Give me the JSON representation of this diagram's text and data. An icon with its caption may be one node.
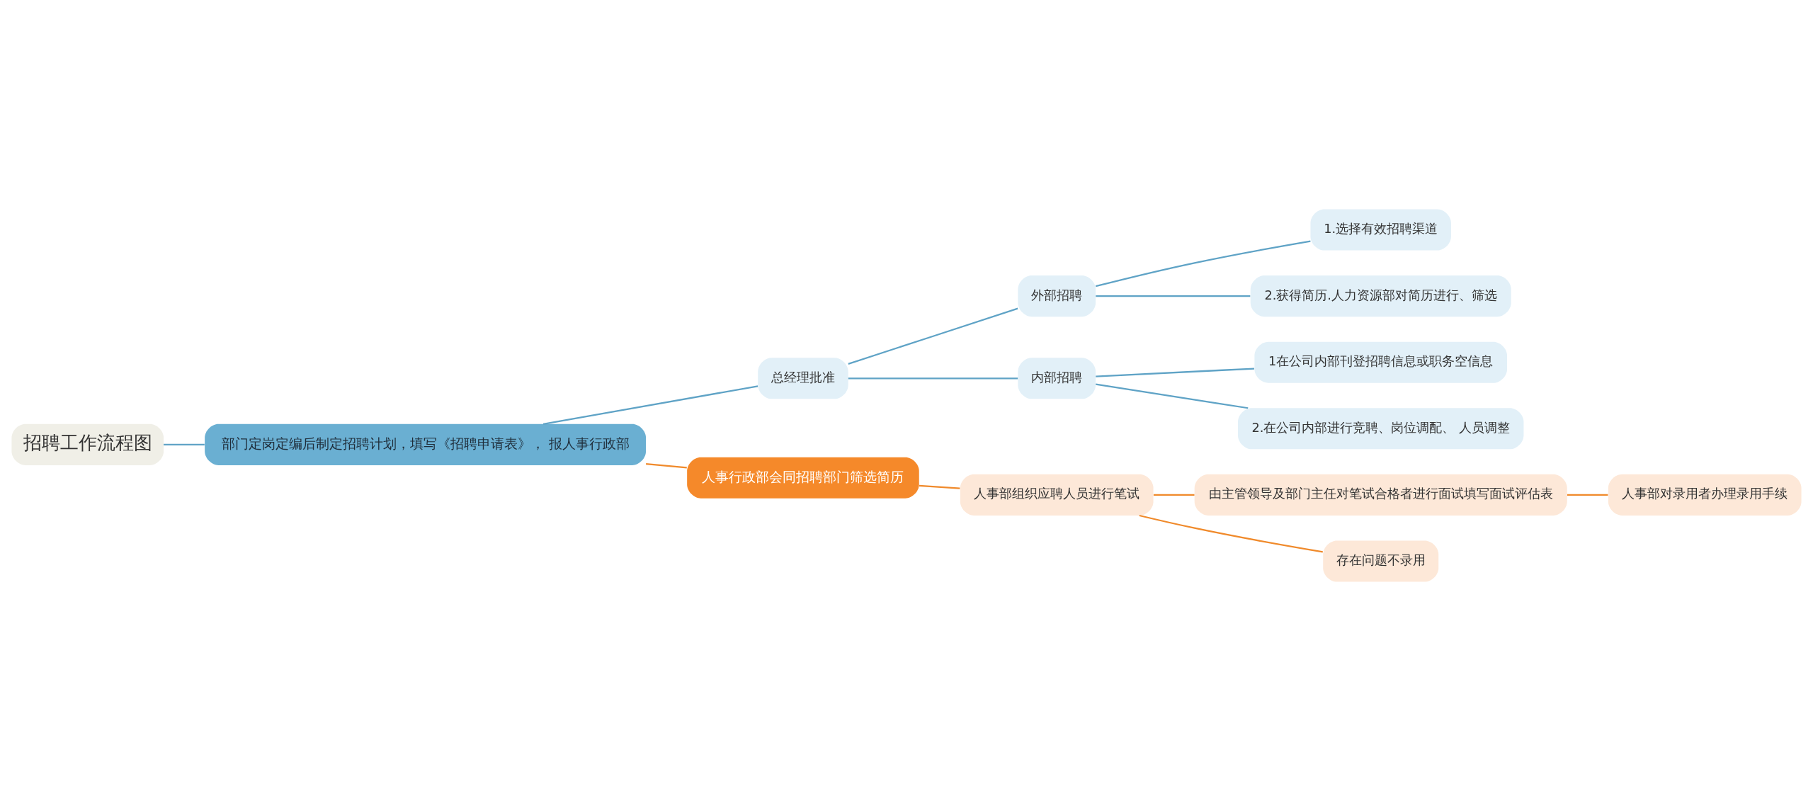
{
  "diagram": {
    "nodes": [
      {
        "text": [
          "招聘工作流程图"
        ]
      },
      {
        "text": [
          "部门定岗定编后制定招聘计划，填写《招聘申请表》， 报人事行政部"
        ]
      },
      {
        "text": [
          "总经理批准"
        ]
      },
      {
        "text": [
          "外部招聘"
        ]
      },
      {
        "text": [
          "1.选择有效招聘渠道"
        ]
      },
      {
        "text": [
          "2.获得简历.人力资源部对简历进行、筛选"
        ]
      },
      {
        "text": [
          "内部招聘"
        ]
      },
      {
        "text": [
          "1在公司内部刊登招聘信息或职务空信息"
        ]
      },
      {
        "text": [
          "2.在公司内部进行竞聘、岗位调配、 人员调整"
        ]
      },
      {
        "text": [
          "人事行政部会同招聘部门筛选简历"
        ]
      },
      {
        "text": [
          "人事部组织应聘人员进行笔试"
        ]
      },
      {
        "text": [
          "由主管领导及部门主任对笔试合格者进行面试填写面试评估表"
        ]
      },
      {
        "text": [
          "人事部对录用者办理录用手续"
        ]
      },
      {
        "text": [
          "存在问题不录用"
        ]
      }
    ],
    "edges": [
      {
        "from": 0,
        "to": 1,
        "arrow": "none"
      },
      {
        "from": 1,
        "to": 2,
        "arrow": "none"
      },
      {
        "from": 2,
        "to": 3,
        "arrow": "none"
      },
      {
        "from": 3,
        "to": 4,
        "arrow": "none"
      },
      {
        "from": 3,
        "to": 5,
        "arrow": "none"
      },
      {
        "from": 2,
        "to": 6,
        "arrow": "none"
      },
      {
        "from": 6,
        "to": 7,
        "arrow": "none"
      },
      {
        "from": 6,
        "to": 8,
        "arrow": "none"
      },
      {
        "from": 1,
        "to": 9,
        "arrow": "none",
        "color": "#f08a2b"
      },
      {
        "from": 9,
        "to": 10,
        "arrow": "none",
        "color": "#f08a2b"
      },
      {
        "from": 10,
        "to": 11,
        "arrow": "none",
        "color": "#f08a2b"
      },
      {
        "from": 11,
        "to": 12,
        "arrow": "none",
        "color": "#f08a2b"
      },
      {
        "from": 10,
        "to": 13,
        "arrow": "none",
        "color": "#f08a2b"
      }
    ]
  }
}
